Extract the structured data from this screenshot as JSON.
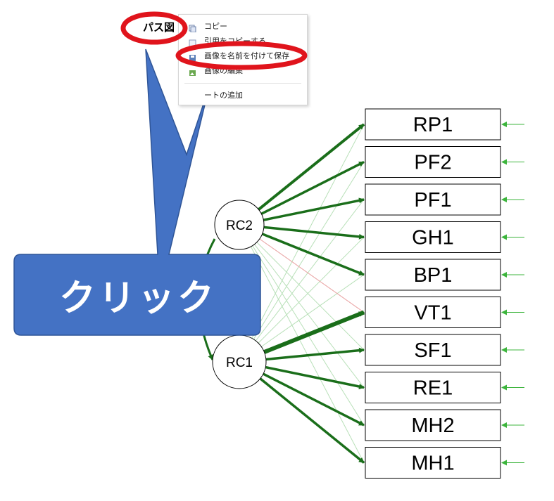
{
  "context_menu": {
    "title": "パス図",
    "items": [
      {
        "label": "コピー",
        "icon": "copy-icon"
      },
      {
        "label": "引用をコピーする",
        "icon": "quote-icon"
      },
      {
        "label": "画像を名前を付けて保存",
        "icon": "save-image-icon"
      },
      {
        "label": "画像の編集",
        "icon": "edit-image-icon"
      },
      {
        "label": "ートの追加",
        "icon": ""
      }
    ]
  },
  "callout": {
    "text": "クリック",
    "color": "#4472c4"
  },
  "highlight_color": "#e0141c",
  "diagram": {
    "factors": [
      {
        "id": "rc2",
        "label": "RC2"
      },
      {
        "id": "rc1",
        "label": "RC1"
      }
    ],
    "indicators": [
      {
        "label": "RP1"
      },
      {
        "label": "PF2"
      },
      {
        "label": "PF1"
      },
      {
        "label": "GH1"
      },
      {
        "label": "BP1"
      },
      {
        "label": "VT1"
      },
      {
        "label": "SF1"
      },
      {
        "label": "RE1"
      },
      {
        "label": "MH2"
      },
      {
        "label": "MH1"
      }
    ],
    "loading_color": "#1a6e1a",
    "error_arrow_color": "#3cb43c"
  }
}
